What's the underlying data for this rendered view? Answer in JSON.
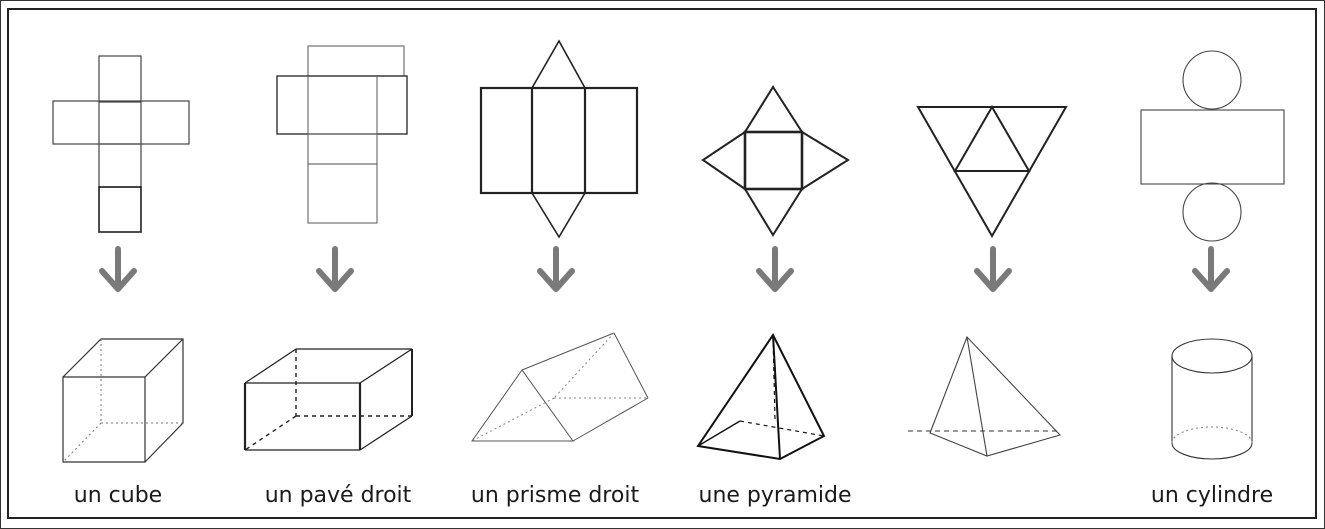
{
  "shapes": [
    {
      "id": "cube",
      "label": "un cube",
      "net_icon": "cube-net",
      "solid_icon": "cube-solid"
    },
    {
      "id": "pave",
      "label": "un pavé droit",
      "net_icon": "cuboid-net",
      "solid_icon": "cuboid-solid"
    },
    {
      "id": "prisme",
      "label": "un prisme droit",
      "net_icon": "triangular-prism-net",
      "solid_icon": "triangular-prism-solid"
    },
    {
      "id": "pyramide",
      "label": "une pyramide",
      "net_icon": "square-pyramid-net",
      "solid_icon": "square-pyramid-solid"
    },
    {
      "id": "tetraedre",
      "label": "",
      "net_icon": "tetrahedron-net",
      "solid_icon": "tetrahedron-solid"
    },
    {
      "id": "cylindre",
      "label": "un cylindre",
      "net_icon": "cylinder-net",
      "solid_icon": "cylinder-solid"
    }
  ],
  "colors": {
    "line": "#222222",
    "arrow": "#7a7a7a"
  }
}
